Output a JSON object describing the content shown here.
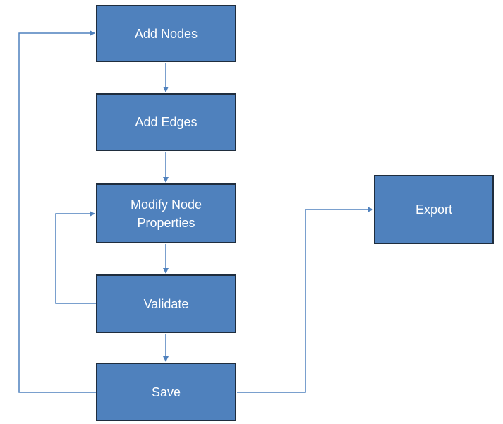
{
  "diagram": {
    "nodes": {
      "add_nodes": "Add Nodes",
      "add_edges": "Add Edges",
      "modify_node_properties": "Modify Node Properties",
      "validate": "Validate",
      "save": "Save",
      "export": "Export"
    },
    "edges": [
      {
        "from": "Add Nodes",
        "to": "Add Edges"
      },
      {
        "from": "Add Edges",
        "to": "Modify Node Properties"
      },
      {
        "from": "Modify Node Properties",
        "to": "Validate"
      },
      {
        "from": "Validate",
        "to": "Save"
      },
      {
        "from": "Validate",
        "to": "Modify Node Properties"
      },
      {
        "from": "Save",
        "to": "Add Nodes"
      },
      {
        "from": "Save",
        "to": "Export"
      }
    ],
    "colors": {
      "node_fill": "#4f81bd",
      "node_border": "#1f2d3d",
      "node_text": "#ffffff",
      "connector": "#4f81bd"
    }
  }
}
